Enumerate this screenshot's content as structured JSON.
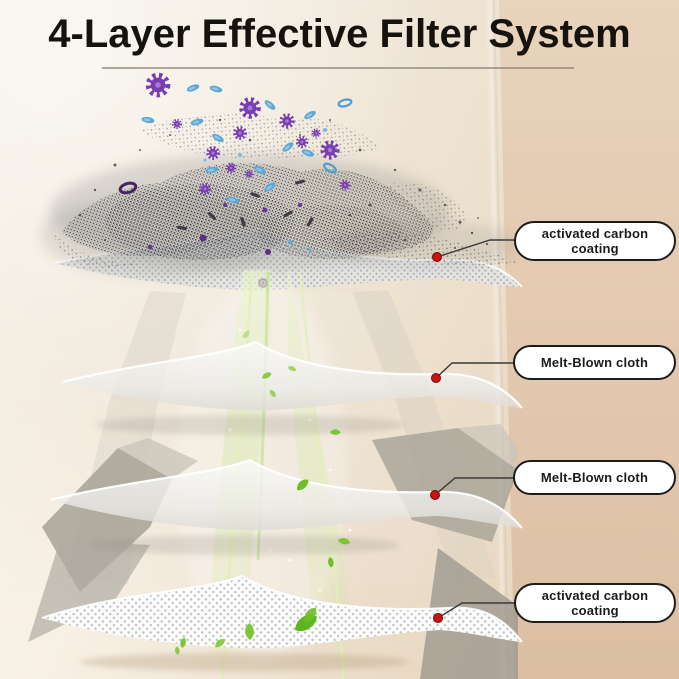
{
  "title": "4-Layer Effective Filter System",
  "callouts": [
    {
      "label": "activated carbon coating"
    },
    {
      "label": "Melt-Blown cloth"
    },
    {
      "label": "Melt-Blown cloth"
    },
    {
      "label": "activated carbon coating"
    }
  ],
  "icons": {
    "anchor_dot": "red-circle-marker",
    "virus": "purple-spiky-virus-particle",
    "bacteria": "blue-oval-bacteria-particle",
    "dust": "gray-speckle-dust-cloud",
    "leaf": "green-leaf",
    "filter_sheet": "wavy-mesh-fabric-layer"
  },
  "colors": {
    "title_text": "#16130f",
    "background_left": "#f1e8da",
    "background_right": "#e3cab0",
    "pill_background": "#ffffff",
    "pill_border": "#1c1c1c",
    "anchor_dot_red": "#ce1111",
    "virus_purple": "#7a3cb2",
    "bacteria_blue": "#5ea8d8",
    "leaf_green": "#6fbe27"
  }
}
